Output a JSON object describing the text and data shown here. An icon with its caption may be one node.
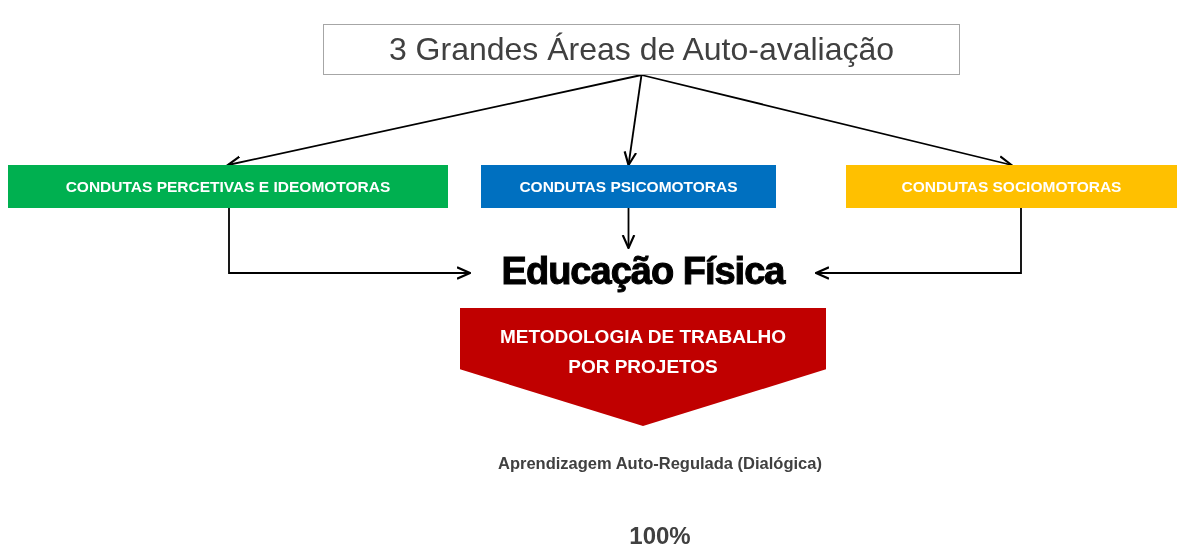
{
  "diagram": {
    "nodes": [
      {
        "text": [
          "3 Grandes Áreas de Auto-avaliação"
        ]
      },
      {
        "text": [
          "CONDUTAS PERCETIVAS E IDEOMOTORAS"
        ]
      },
      {
        "text": [
          "CONDUTAS PSICOMOTORAS"
        ]
      },
      {
        "text": [
          "CONDUTAS SOCIOMOTORAS"
        ]
      },
      {
        "text": [
          "Educação Física"
        ]
      },
      {
        "text": [
          "METODOLOGIA DE TRABALHO POR PROJETOS"
        ]
      }
    ],
    "edges": [
      {
        "from": 0,
        "to": 1,
        "arrow": "to"
      },
      {
        "from": 0,
        "to": 2,
        "arrow": "to"
      },
      {
        "from": 0,
        "to": 3,
        "arrow": "to"
      },
      {
        "from": 1,
        "to": 4,
        "arrow": "to"
      },
      {
        "from": 2,
        "to": 4,
        "arrow": "to"
      },
      {
        "from": 3,
        "to": 4,
        "arrow": "to"
      }
    ],
    "labels": [
      "Aprendizagem Auto-Regulada (Dialógica)",
      "100%"
    ]
  }
}
